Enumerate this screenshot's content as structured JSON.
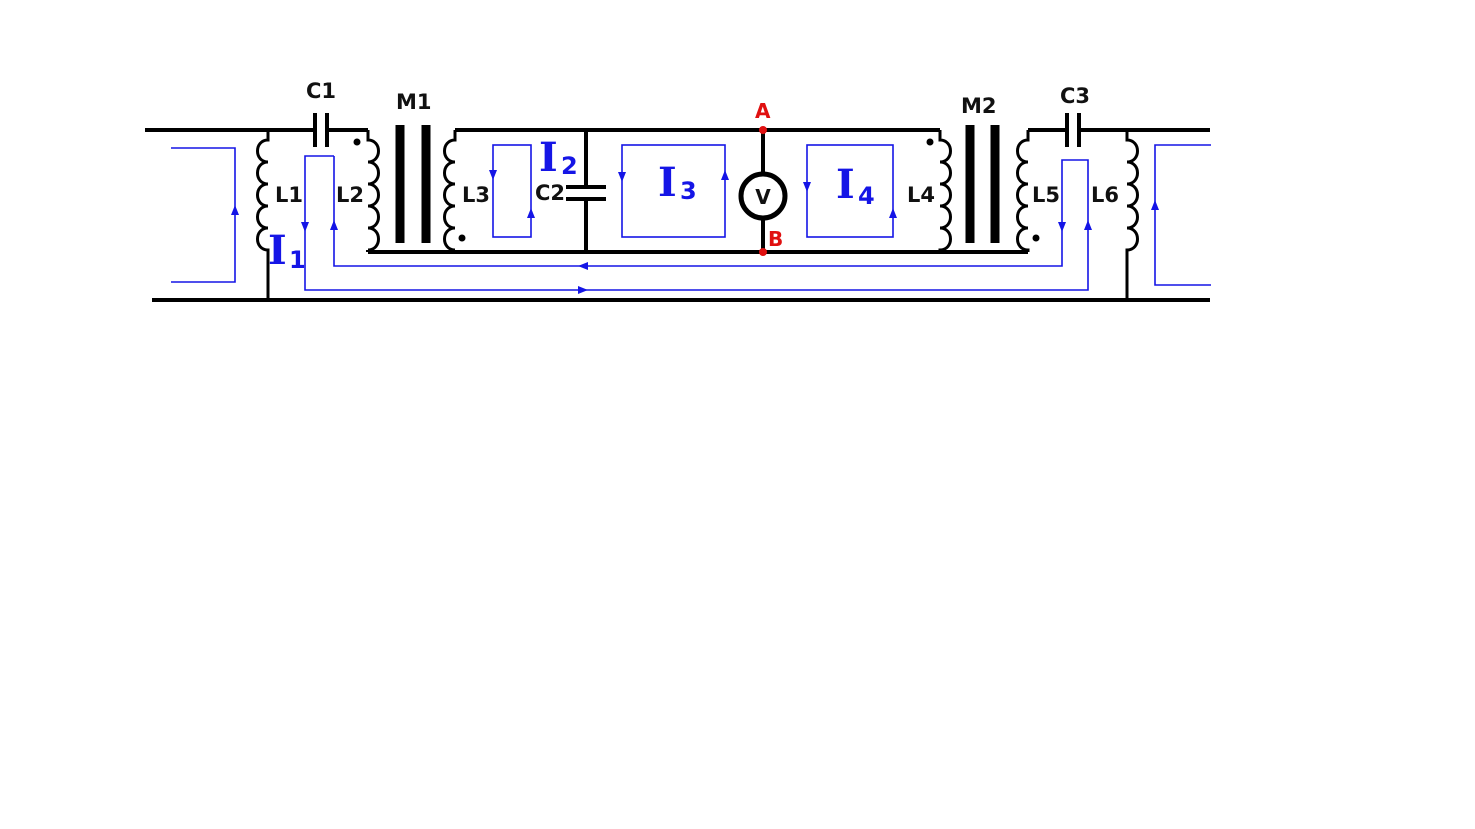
{
  "labels": {
    "c1": "C1",
    "m1": "M1",
    "m2": "M2",
    "c3": "C3",
    "l1": "L1",
    "l2": "L2",
    "l3": "L3",
    "c2": "C2",
    "l4": "L4",
    "l5": "L5",
    "l6": "L6",
    "a": "A",
    "b": "B",
    "voltmeter": "V"
  },
  "currents": {
    "i1": {
      "symbol": "I",
      "sub": "1"
    },
    "i2": {
      "symbol": "I",
      "sub": "2"
    },
    "i3": {
      "symbol": "I",
      "sub": "3"
    },
    "i4": {
      "symbol": "I",
      "sub": "4"
    }
  },
  "colors": {
    "wire": "#000000",
    "current": "#1515e6",
    "node": "#e01010"
  }
}
